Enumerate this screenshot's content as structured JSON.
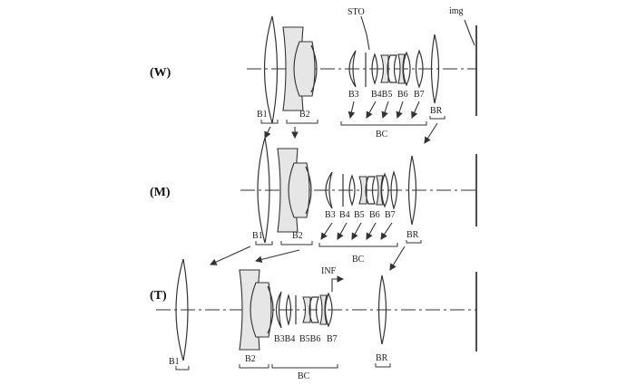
{
  "states": {
    "wide": "(W)",
    "middle": "(M)",
    "tele": "(T)"
  },
  "labels": {
    "sto": "STO",
    "img": "img",
    "inf": "INF",
    "b1": "B1",
    "b2": "B2",
    "b3": "B3",
    "b4": "B4",
    "b5": "B5",
    "b6": "B6",
    "b7": "B7",
    "b3b4": "B3B4",
    "b5b6": "B5B6",
    "b4b5": "B4B5",
    "br": "BR",
    "bc": "BC"
  }
}
